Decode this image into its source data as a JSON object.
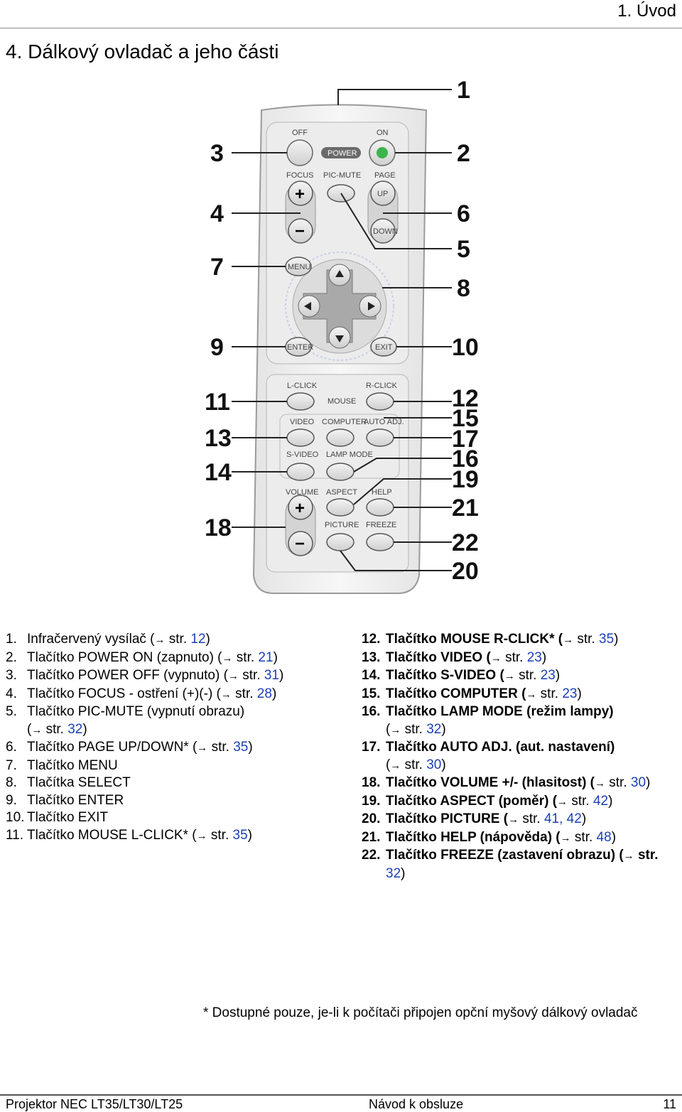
{
  "header": {
    "chapter": "1. Úvod",
    "title": "4. Dálkový ovladač a jeho části"
  },
  "remote": {
    "labels": {
      "off": "OFF",
      "on": "ON",
      "power": "POWER",
      "focus": "FOCUS",
      "pic_mute": "PIC-MUTE",
      "page": "PAGE",
      "up": "UP",
      "down": "DOWN",
      "plus": "+",
      "minus": "−",
      "menu": "MENU",
      "enter": "ENTER",
      "exit": "EXIT",
      "l_click": "L-CLICK",
      "mouse": "MOUSE",
      "r_click": "R-CLICK",
      "video": "VIDEO",
      "computer": "COMPUTER",
      "auto_adj": "AUTO ADJ.",
      "s_video": "S-VIDEO",
      "lamp_mode": "LAMP MODE",
      "volume": "VOLUME",
      "aspect": "ASPECT",
      "help": "HELP",
      "picture": "PICTURE",
      "freeze": "FREEZE"
    },
    "callouts": [
      "1",
      "2",
      "3",
      "4",
      "5",
      "6",
      "7",
      "8",
      "9",
      "10",
      "11",
      "12",
      "13",
      "14",
      "15",
      "16",
      "17",
      "18",
      "19",
      "20",
      "21",
      "22"
    ]
  },
  "list_left": [
    {
      "num": "1.",
      "text": "Infračervený vysílač (",
      "ref": "12",
      "bold": false
    },
    {
      "num": "2.",
      "text": "Tlačítko POWER ON (zapnuto) (",
      "ref": "21",
      "bold": false
    },
    {
      "num": "3.",
      "text": "Tlačítko POWER OFF (vypnuto) (",
      "ref": "31",
      "bold": false
    },
    {
      "num": "4.",
      "text": "Tlačítko FOCUS - ostření (+)(-) (",
      "ref": "28",
      "bold": false
    },
    {
      "num": "5.",
      "text": "Tlačítko PIC-MUTE (vypnutí obrazu)",
      "cont": "(",
      "ref": "32",
      "bold": false
    },
    {
      "num": "6.",
      "text": "Tlačítko PAGE UP/DOWN* (",
      "ref": "35",
      "bold": false
    },
    {
      "num": "7.",
      "text": "Tlačítko MENU",
      "bold": false
    },
    {
      "num": "8.",
      "text": "Tlačítka SELECT",
      "bold": false
    },
    {
      "num": "9.",
      "text": "Tlačítko ENTER",
      "bold": false
    },
    {
      "num": "10.",
      "text": "Tlačítko EXIT",
      "bold": false
    },
    {
      "num": "11.",
      "text": "Tlačítko MOUSE L-CLICK* (",
      "ref": "35",
      "bold": false
    }
  ],
  "list_right": [
    {
      "num": "12.",
      "text": "Tlačítko MOUSE R-CLICK* (",
      "ref": "35"
    },
    {
      "num": "13.",
      "text": "Tlačítko VIDEO (",
      "ref": "23"
    },
    {
      "num": "14.",
      "text": "Tlačítko S-VIDEO (",
      "ref": "23"
    },
    {
      "num": "15.",
      "text": "Tlačítko COMPUTER (",
      "ref": "23"
    },
    {
      "num": "16.",
      "text": "Tlačítko LAMP MODE (režim lampy)",
      "cont": "(",
      "ref": "32"
    },
    {
      "num": "17.",
      "text": "Tlačítko AUTO ADJ. (aut. nastavení)",
      "cont": "(",
      "ref": "30"
    },
    {
      "num": "18.",
      "text": "Tlačítko VOLUME +/- (hlasitost) (",
      "ref": "30"
    },
    {
      "num": "19.",
      "text": "Tlačítko ASPECT (poměr) (",
      "ref": "42"
    },
    {
      "num": "20.",
      "text": "Tlačítko PICTURE (",
      "ref": "41, 42"
    },
    {
      "num": "21.",
      "text": "Tlačítko HELP (nápověda) (",
      "ref": "48"
    },
    {
      "num": "22.",
      "text": "Tlačítko FREEZE (zastavení obrazu) (",
      "wrap_ref": true,
      "ref": "32"
    }
  ],
  "ref_prefix": "str.",
  "arrow_glyph": "→",
  "footnote": "* Dostupné pouze, je-li k počítači připojen opční myšový dálkový ovladač",
  "footer": {
    "left": "Projektor NEC LT35/LT30/LT25",
    "center": "Návod k obsluze",
    "right": "11"
  },
  "colors": {
    "link": "#1a3fb8",
    "on_led": "#3bb54a"
  }
}
